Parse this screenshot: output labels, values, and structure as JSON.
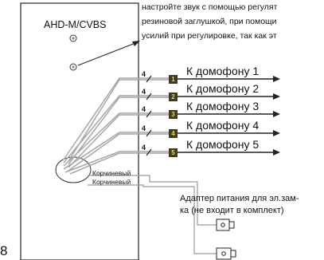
{
  "note": {
    "line1": "настройте звук с помощью регулят",
    "line2": "резиновой заглушкой, при помощи",
    "line3": "усилий при регулировке, так как эт"
  },
  "device": {
    "label": "AHD-M/CVBS"
  },
  "outputs": [
    {
      "badge": "1",
      "tick": "4",
      "label": "К домофону 1"
    },
    {
      "badge": "2",
      "tick": "4",
      "label": "К домофону 2"
    },
    {
      "badge": "3",
      "tick": "4",
      "label": "К домофону 3"
    },
    {
      "badge": "4",
      "tick": "4",
      "label": "К домофону 4"
    },
    {
      "badge": "5",
      "tick": "4",
      "label": "К домофону 5"
    }
  ],
  "wires": {
    "brown1": "Корчиневый",
    "brown2": "Корчиневый"
  },
  "adapter": {
    "line1": "Адаптер питания для эл.зам-",
    "line2": "ка (не входит в комплект)"
  },
  "page_number": "8",
  "colors": {
    "badge_bg": "#3f3b2b",
    "badge_fg": "#f0d94a",
    "wire": "#9a9a9a"
  }
}
